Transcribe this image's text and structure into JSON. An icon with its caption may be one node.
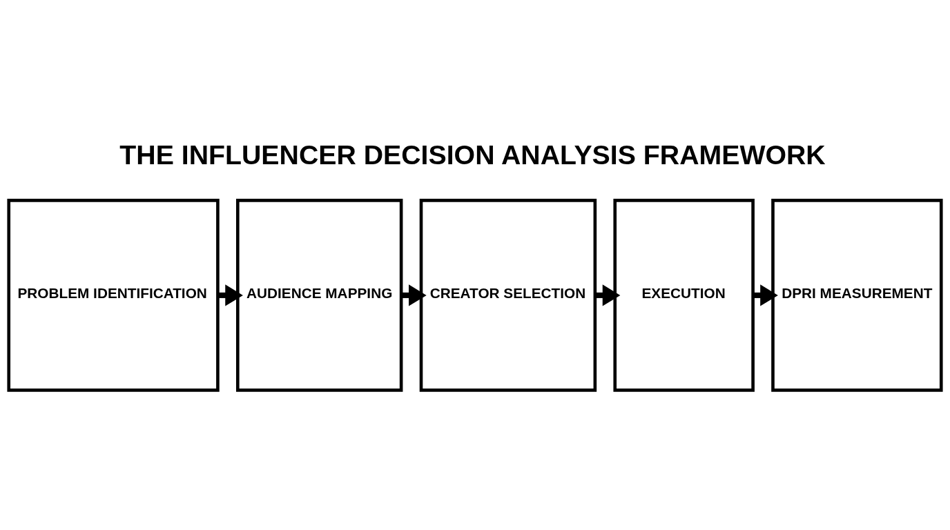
{
  "diagram": {
    "title": "THE INFLUENCER DECISION ANALYSIS FRAMEWORK",
    "nodes": [
      {
        "text": [
          "PROBLEM IDENTIFICATION"
        ]
      },
      {
        "text": [
          "AUDIENCE MAPPING"
        ]
      },
      {
        "text": [
          "CREATOR SELECTION"
        ]
      },
      {
        "text": [
          "EXECUTION"
        ]
      },
      {
        "text": [
          "DPRI MEASUREMENT"
        ]
      }
    ],
    "edges": [
      {
        "from": 0,
        "to": 1,
        "arrow": "to"
      },
      {
        "from": 1,
        "to": 2,
        "arrow": "to"
      },
      {
        "from": 2,
        "to": 3,
        "arrow": "to"
      },
      {
        "from": 3,
        "to": 4,
        "arrow": "to"
      }
    ]
  }
}
